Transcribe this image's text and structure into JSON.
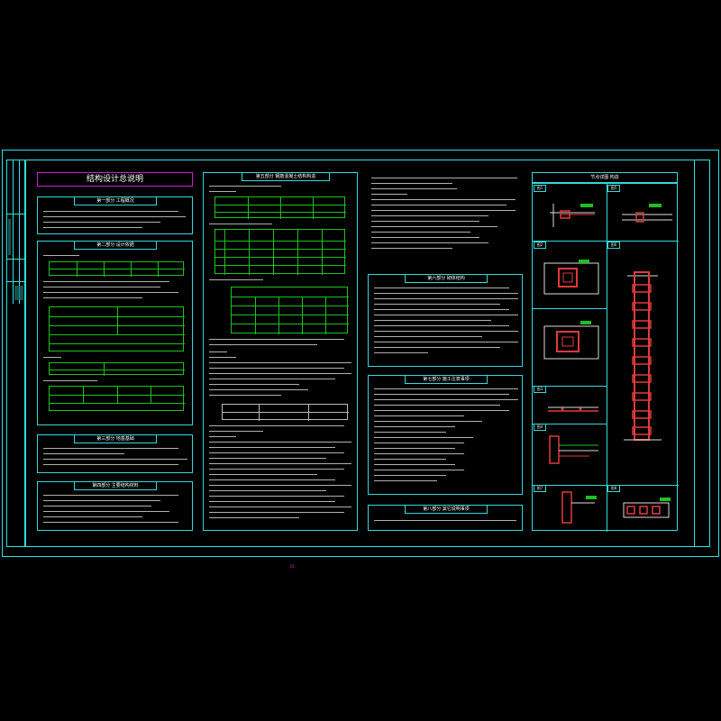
{
  "drawing": {
    "main_title": "结构设计总说明",
    "page_marker": "01"
  },
  "left_column": {
    "sections": [
      {
        "header": "第一部分  工程概况"
      },
      {
        "header": "第二部分  设计依据"
      },
      {
        "header": "第三部分  地基基础"
      },
      {
        "header": "第四部分  主要结构材料"
      }
    ]
  },
  "middle_column": {
    "sections": [
      {
        "header": "第五部分  钢筋混凝土结构构造"
      }
    ]
  },
  "right_text_column": {
    "sections": [
      {
        "header": "第六部分  砌体结构"
      },
      {
        "header": "第七部分  施工注意事项"
      },
      {
        "header": "第八部分  其它说明事项"
      }
    ]
  },
  "detail_column": {
    "header": "节点详图  构造",
    "details": [
      {
        "label": "图1"
      },
      {
        "label": "图5"
      },
      {
        "label": "图2"
      },
      {
        "label": "图6"
      },
      {
        "label": "图3"
      },
      {
        "label": "图4"
      },
      {
        "label": "图7"
      },
      {
        "label": "图8"
      }
    ]
  },
  "colors": {
    "frame": "#2fe3e3",
    "table": "#19c419",
    "title_box": "#d61ad6",
    "detail_red": "#e23a3a"
  }
}
